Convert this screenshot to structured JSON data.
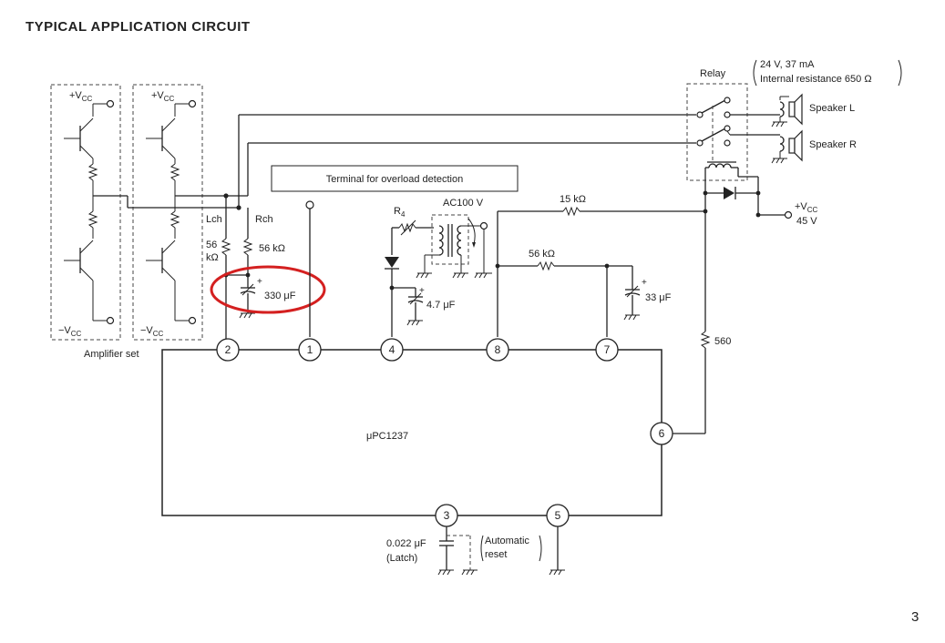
{
  "title": "TYPICAL APPLICATION CIRCUIT",
  "page_number": "3",
  "chip": {
    "name": "μPC1237"
  },
  "pins": [
    "1",
    "2",
    "3",
    "4",
    "5",
    "6",
    "7",
    "8"
  ],
  "amplifier": {
    "vcc_pos": "+V",
    "vcc_neg": "−V",
    "vcc_sub": "CC",
    "label": "Amplifier set"
  },
  "channels": {
    "left": "Lch",
    "right": "Rch"
  },
  "terminal_box": "Terminal for overload detection",
  "components": {
    "r_left_a": "56",
    "r_left_b": "kΩ",
    "r_right": "56 kΩ",
    "c_330": "330 μF",
    "r4": "R",
    "r4_sub": "4",
    "ac": "AC100 V",
    "c_47": "4.7 μF",
    "r_15k": "15 kΩ",
    "r_56k": "56 kΩ",
    "c_33": "33 μF",
    "r_560": "560",
    "c_0022": "0.022 μF",
    "latch": "(Latch)",
    "auto_reset_a": "Automatic",
    "auto_reset_b": "reset",
    "plus": "+"
  },
  "relay": {
    "label": "Relay",
    "spec_1": "24 V, 37 mA",
    "spec_2": "Internal resistance 650 Ω"
  },
  "speakers": {
    "left": "Speaker L",
    "right": "Speaker R"
  },
  "supply": {
    "vcc": "+V",
    "vcc_sub": "CC",
    "voltage": "45 V"
  },
  "colors": {
    "ink": "#222222",
    "highlight": "#d42020",
    "paper": "#ffffff"
  },
  "annotation": {
    "shape": "ellipse",
    "marks": "330 μF capacitor"
  }
}
